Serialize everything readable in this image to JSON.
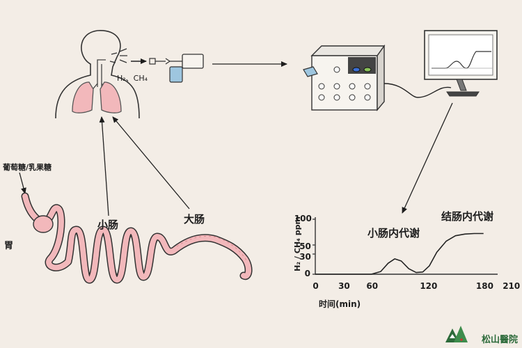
{
  "diagram": {
    "gas_label": "H₂、CH₄",
    "sugar_label": "葡萄糖/乳果糖",
    "stomach_label": "胃",
    "small_intestine_label": "小肠",
    "large_intestine_label": "大肠",
    "small_intestine_metabolism": "小肠内代谢",
    "colon_metabolism": "结肠内代谢"
  },
  "chart_data": {
    "type": "line",
    "ylabel": "H₂ / CH₄ ppm",
    "xlabel": "时间(min)",
    "x_ticks": [
      "0",
      "30",
      "60",
      "120",
      "180",
      "210"
    ],
    "y_ticks": [
      "100",
      "50",
      "30",
      "0"
    ],
    "xlim": [
      0,
      210
    ],
    "ylim": [
      0,
      100
    ],
    "grid": false,
    "series": [
      {
        "x": [
          0,
          60,
          70,
          78,
          85,
          92,
          100,
          108,
          115,
          122,
          130,
          140,
          150,
          160,
          170,
          180
        ],
        "y": [
          0,
          0,
          5,
          20,
          28,
          24,
          10,
          3,
          4,
          15,
          40,
          60,
          70,
          73,
          74,
          74
        ]
      }
    ]
  },
  "logo": {
    "text": "松山醫院",
    "icon": "pine-trees-icon"
  }
}
